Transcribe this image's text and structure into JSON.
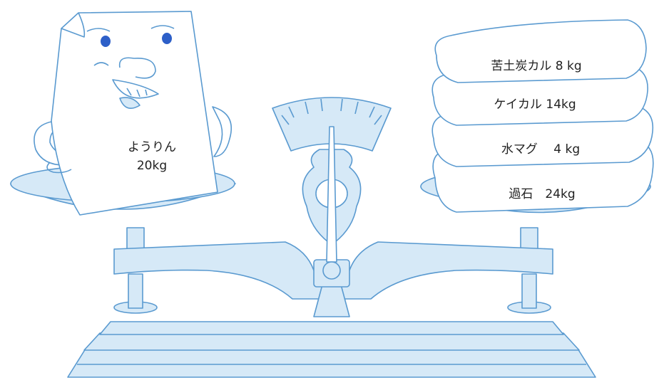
{
  "colors": {
    "fill": "#d6e9f7",
    "fill_dark": "#bcd9f0",
    "stroke": "#5a9ad0",
    "eye": "#2d5fc8",
    "text": "#222222"
  },
  "left_pan": {
    "bag_label_line1": "ようりん",
    "bag_label_line2": "20kg"
  },
  "right_pan": {
    "bags": [
      {
        "label": "苦土炭カル 8 kg"
      },
      {
        "label": "ケイカル 14kg"
      },
      {
        "label": "水マグ　 4 kg"
      },
      {
        "label": "過石　24kg"
      }
    ]
  }
}
